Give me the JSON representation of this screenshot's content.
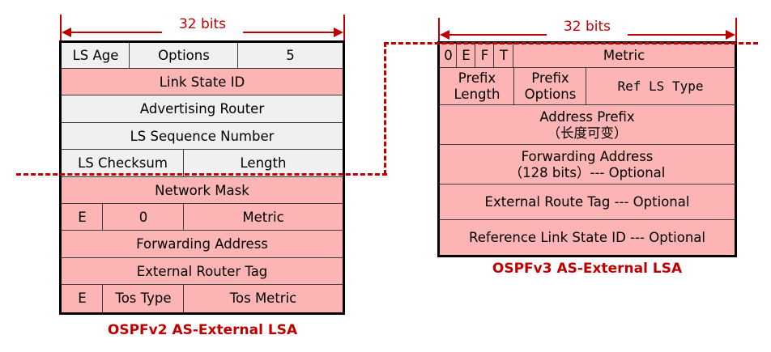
{
  "v2": {
    "width_label": "32 bits",
    "rows": {
      "ls_age": "LS Age",
      "options": "Options",
      "ls_type": "5",
      "link_state_id": "Link State ID",
      "advertising_router": "Advertising Router",
      "ls_sequence_number": "LS Sequence Number",
      "ls_checksum": "LS Checksum",
      "length": "Length",
      "network_mask": "Network Mask",
      "e_bit": "E",
      "zero": "0",
      "metric": "Metric",
      "forwarding_address": "Forwarding Address",
      "external_router_tag": "External Router Tag",
      "tos_e_bit": "E",
      "tos_type": "Tos Type",
      "tos_metric": "Tos Metric"
    },
    "caption": "OSPFv2 AS-External LSA"
  },
  "v3": {
    "width_label": "32 bits",
    "rows": {
      "bit_0": "0",
      "bit_e": "E",
      "bit_f": "F",
      "bit_t": "T",
      "metric": "Metric",
      "prefix_length_1": "Prefix",
      "prefix_length_2": "Length",
      "prefix_options_1": "Prefix",
      "prefix_options_2": "Options",
      "ref_ls_type": "Ref LS Type",
      "address_prefix_1": "Address Prefix",
      "address_prefix_2": "（长度可变）",
      "forwarding_address_1": "Forwarding Address",
      "forwarding_address_2": "（128 bits）--- Optional",
      "external_route_tag": "External Route Tag --- Optional",
      "reference_link_state_id": "Reference Link State ID --- Optional"
    },
    "caption": "OSPFv3 AS-External LSA"
  },
  "colors": {
    "header_fill": "#f0f0f0",
    "body_fill": "#fcb4b4",
    "accent": "#c00000",
    "border": "#000000"
  }
}
